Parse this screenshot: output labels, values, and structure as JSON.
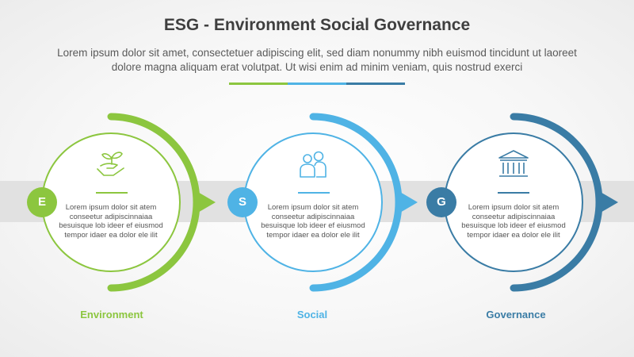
{
  "title": "ESG - Environment Social Governance",
  "subtitle": "Lorem ipsum dolor sit amet, consectetuer adipiscing elit, sed diam nonummy nibh euismod tincidunt ut laoreet dolore magna aliquam erat volutpat. Ut wisi enim ad minim veniam, quis nostrud exerci",
  "colors": {
    "environment": "#8cc63f",
    "social": "#4fb3e5",
    "governance": "#3a7ca5",
    "band": "#e1e1e1",
    "text": "#555555"
  },
  "items": [
    {
      "letter": "E",
      "label": "Environment",
      "icon": "hand-holding-plant-icon",
      "text": "Lorem ipsum dolor sit atem conseetur adipiscinnaiaa besuisque lob ideer ef eiusmod tempor idaer ea dolor ele ilit"
    },
    {
      "letter": "S",
      "label": "Social",
      "icon": "people-icon",
      "text": "Lorem ipsum dolor sit atem conseetur adipiscinnaiaa besuisque lob ideer ef eiusmod tempor idaer ea dolor ele ilit"
    },
    {
      "letter": "G",
      "label": "Governance",
      "icon": "government-building-icon",
      "text": "Lorem ipsum dolor sit atem conseetur adipiscinnaiaa besuisque lob ideer ef eiusmod tempor idaer ea dolor ele ilit"
    }
  ]
}
